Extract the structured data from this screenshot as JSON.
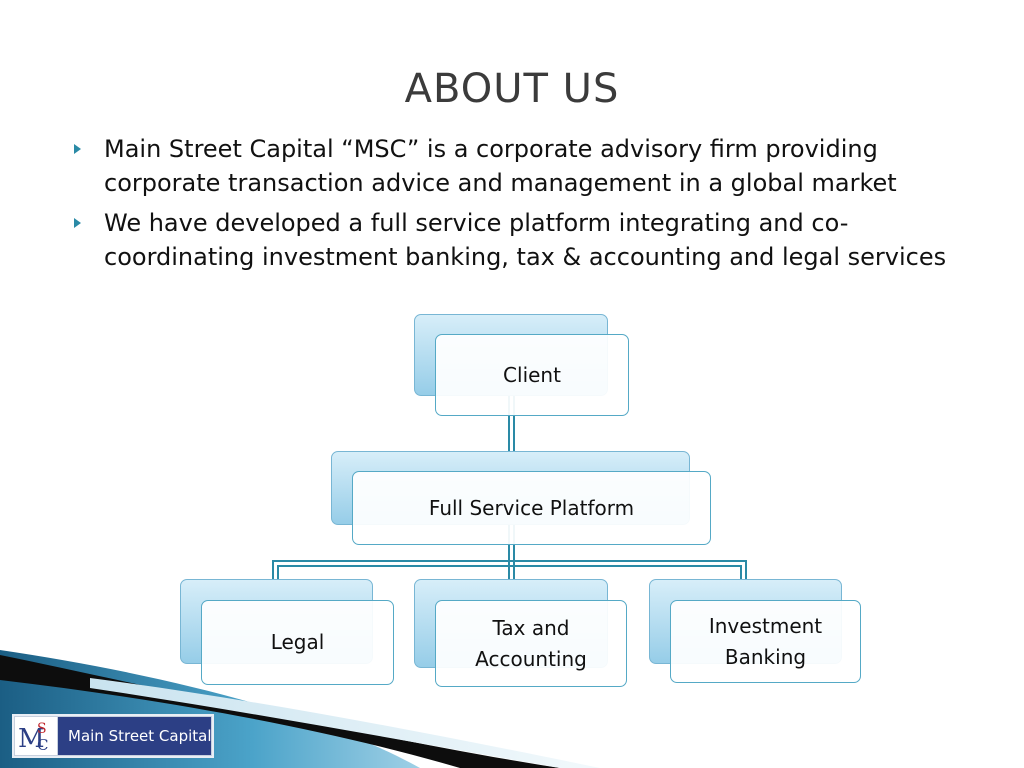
{
  "slide": {
    "title": "ABOUT US",
    "bullets": [
      "Main Street Capital “MSC” is a corporate advisory firm providing corporate transaction advice and management in a global market",
      "We have developed a full service platform integrating and co-coordinating investment banking, tax & accounting and legal services"
    ]
  },
  "org_chart": {
    "root": "Client",
    "middle": "Full Service Platform",
    "children": [
      "Legal",
      "Tax and Accounting",
      "Investment Banking"
    ]
  },
  "footer": {
    "logo_text": "Main Street Capital",
    "logo_letters": "MSC"
  },
  "colors": {
    "accent": "#2a8aa6",
    "box_fill_top": "#d7eef9",
    "box_fill_bottom": "#96cde8",
    "logo_blue": "#2c3f85"
  }
}
